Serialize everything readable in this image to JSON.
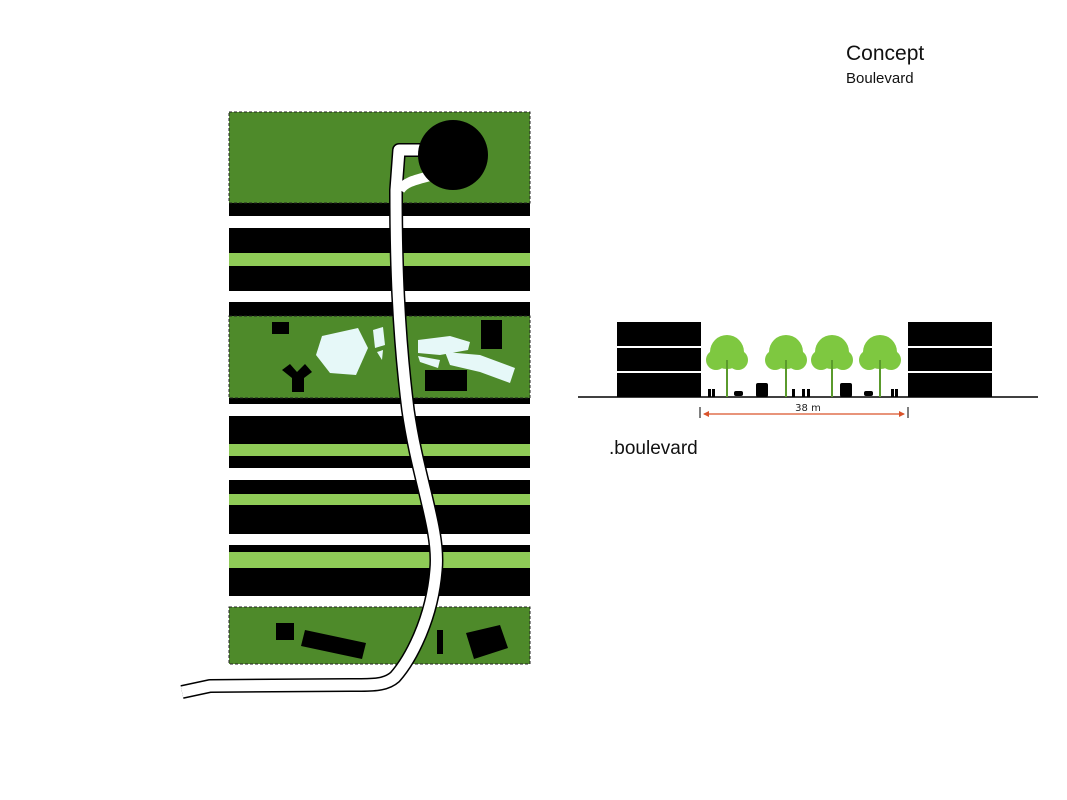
{
  "header": {
    "title": "Concept",
    "subtitle": "Boulevard"
  },
  "section": {
    "label": ".boulevard",
    "dimension": "38 m"
  },
  "colors": {
    "dark_green": "#4e8a2a",
    "light_green": "#8fcb57",
    "tree_green": "#7ec840",
    "plaza": "#e6f8f8",
    "dimension": "#d9532b"
  }
}
